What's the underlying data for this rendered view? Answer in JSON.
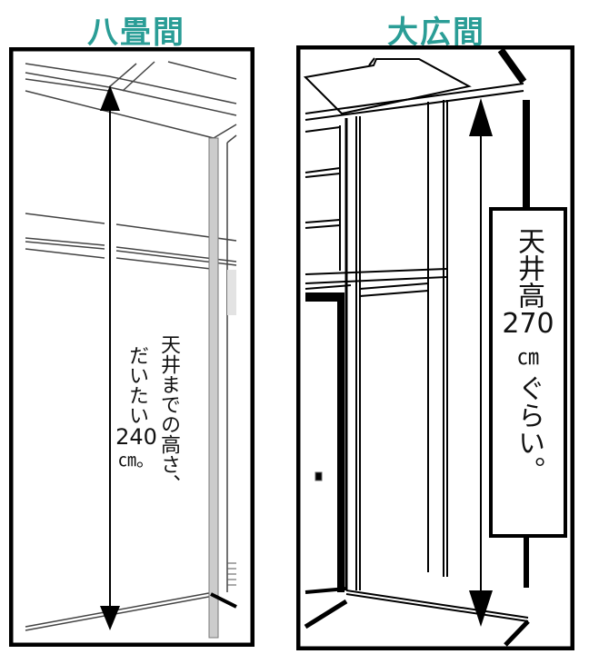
{
  "colors": {
    "title": "#2a9d96",
    "line": "#000000",
    "background": "#ffffff"
  },
  "panels": [
    {
      "id": "eight-tatami-room",
      "title": "八畳間",
      "caption_col1": "天井までの高さ、",
      "caption_col2": "だいたい",
      "caption_value": "240",
      "caption_unit": "㎝。"
    },
    {
      "id": "large-hall",
      "title": "大広間",
      "caption_line1": "天井高",
      "caption_value": "270",
      "caption_unit": "㎝",
      "caption_line2": "ぐらい。"
    }
  ],
  "measurements": [
    {
      "room": "八畳間",
      "ceiling_height_cm": 240
    },
    {
      "room": "大広間",
      "ceiling_height_cm": 270
    }
  ]
}
